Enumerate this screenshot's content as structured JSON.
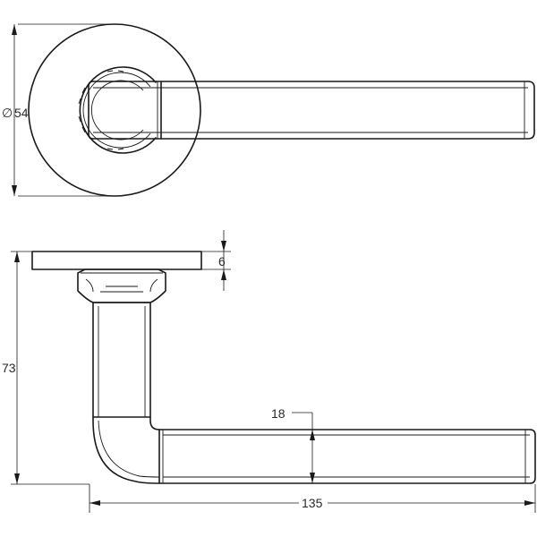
{
  "dimensions": {
    "rose_diameter": "54",
    "rose_thickness": "6",
    "handle_height": "73",
    "lever_thickness": "18",
    "lever_length": "135"
  },
  "symbols": {
    "diameter_symbol": "∅"
  }
}
